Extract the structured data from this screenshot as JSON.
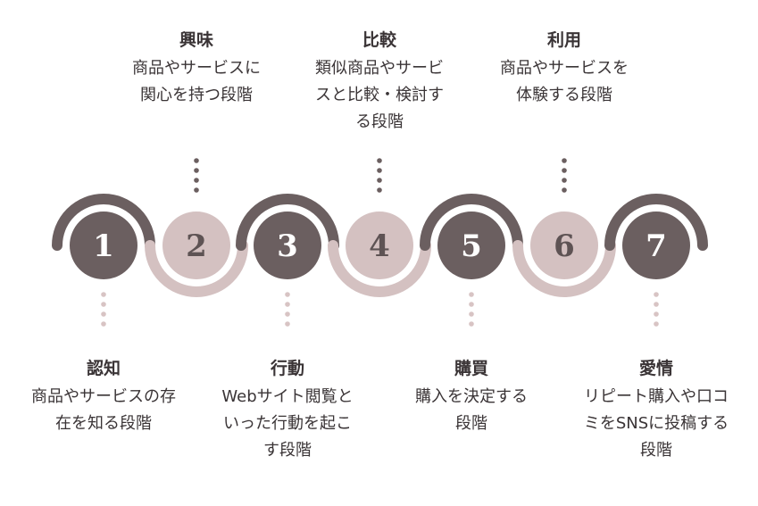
{
  "colors": {
    "dark": "#6b5f60",
    "light": "#d4c1c1",
    "dot_dark": "#6b5f60",
    "dot_light": "#d8c4c4",
    "text": "#3a3436"
  },
  "stages": [
    {
      "number": "1",
      "title": "認知",
      "description": "商品やサービスの存\n在を知る段階",
      "position": "bottom",
      "tone": "dark"
    },
    {
      "number": "2",
      "title": "興味",
      "description": "商品やサービスに\n関心を持つ段階",
      "position": "top",
      "tone": "light"
    },
    {
      "number": "3",
      "title": "行動",
      "description": "Webサイト閲覧と\nいった行動を起こ\nす段階",
      "position": "bottom",
      "tone": "dark"
    },
    {
      "number": "4",
      "title": "比較",
      "description": "類似商品やサービ\nスと比較・検討す\nる段階",
      "position": "top",
      "tone": "light"
    },
    {
      "number": "5",
      "title": "購買",
      "description": "購入を決定する\n段階",
      "position": "bottom",
      "tone": "dark"
    },
    {
      "number": "6",
      "title": "利用",
      "description": "商品やサービスを\n体験する段階",
      "position": "top",
      "tone": "light"
    },
    {
      "number": "7",
      "title": "愛情",
      "description": "リピート購入や口コ\nミをSNSに投稿する\n段階",
      "position": "bottom",
      "tone": "dark"
    }
  ]
}
